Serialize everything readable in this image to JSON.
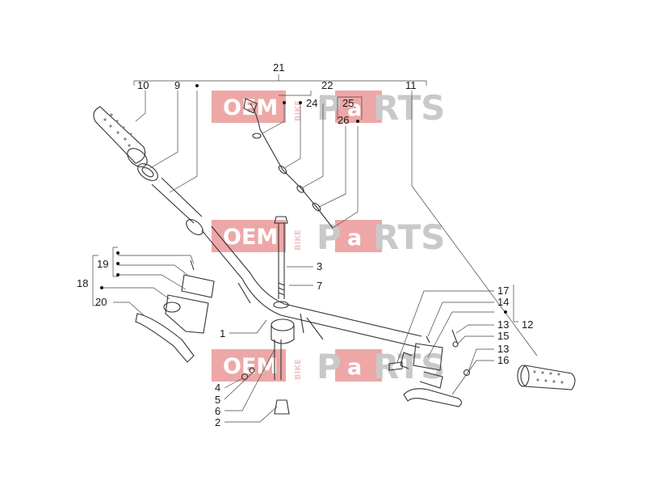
{
  "watermark": {
    "box_text": "OEM",
    "bike_text": "BIKE",
    "p_text": "P",
    "a_text": "a",
    "rts_text": "RTS",
    "accent_color": "#e8898a"
  },
  "callouts": {
    "n1": "1",
    "n2": "2",
    "n3": "3",
    "n4": "4",
    "n5": "5",
    "n6": "6",
    "n7": "7",
    "n9": "9",
    "n10": "10",
    "n11": "11",
    "n12": "12",
    "n13a": "13",
    "n13b": "13",
    "n14": "14",
    "n15": "15",
    "n16": "16",
    "n17": "17",
    "n18": "18",
    "n19": "19",
    "n20": "20",
    "n21": "21",
    "n22": "22",
    "n24": "24",
    "n25": "25",
    "n26": "26"
  }
}
